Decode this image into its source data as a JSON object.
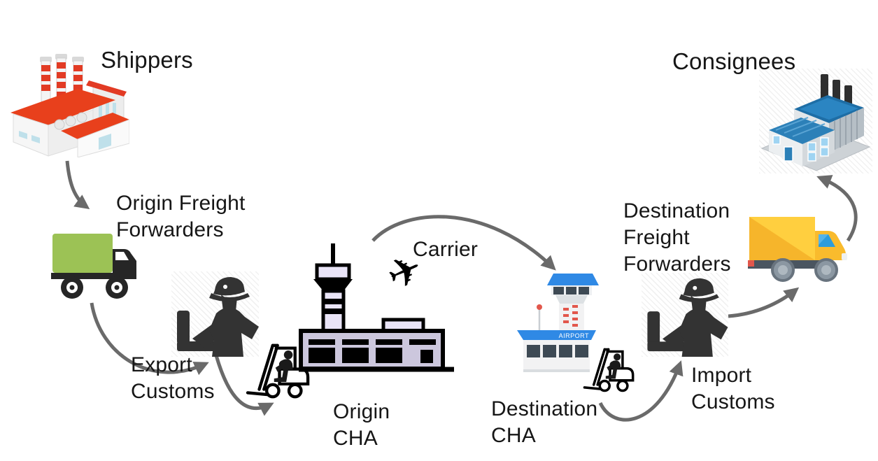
{
  "nodes": {
    "shippers": {
      "label": "Shippers",
      "icon": "factory-icon"
    },
    "origin_freight_forwarders": {
      "label": "Origin Freight\nForwarders",
      "icon": "green-truck-icon"
    },
    "export_customs": {
      "label": "Export\nCustoms",
      "icon": "customs-officer-icon"
    },
    "origin_cha": {
      "label": "Origin\nCHA",
      "icon": "forklift-icon"
    },
    "carrier": {
      "label": "Carrier",
      "icon": "airplane-icon"
    },
    "destination_cha": {
      "label": "Destination\nCHA",
      "icon": "forklift-icon"
    },
    "import_customs": {
      "label": "Import\nCustoms",
      "icon": "customs-officer-icon"
    },
    "destination_freight_forwarders": {
      "label": "Destination\nFreight\nForwarders",
      "icon": "yellow-truck-icon"
    },
    "consignees": {
      "label": "Consignees",
      "icon": "warehouse-icon"
    }
  },
  "airport_sign": "AIRPORT",
  "flow_sequence": [
    "Shippers",
    "Origin Freight Forwarders",
    "Export Customs",
    "Origin CHA",
    "Carrier",
    "Destination CHA",
    "Import Customs",
    "Destination Freight Forwarders",
    "Consignees"
  ],
  "colors": {
    "arrow": "#6a6a6a",
    "text": "#161616",
    "factory_red": "#e8401c",
    "truck_green": "#9cc255",
    "truck_yellow": "#f6b52b",
    "airport_lavender": "#e9e4f7",
    "airport_blue": "#2f89e5",
    "consignee_blue": "#2272a8",
    "silhouette": "#333333"
  }
}
